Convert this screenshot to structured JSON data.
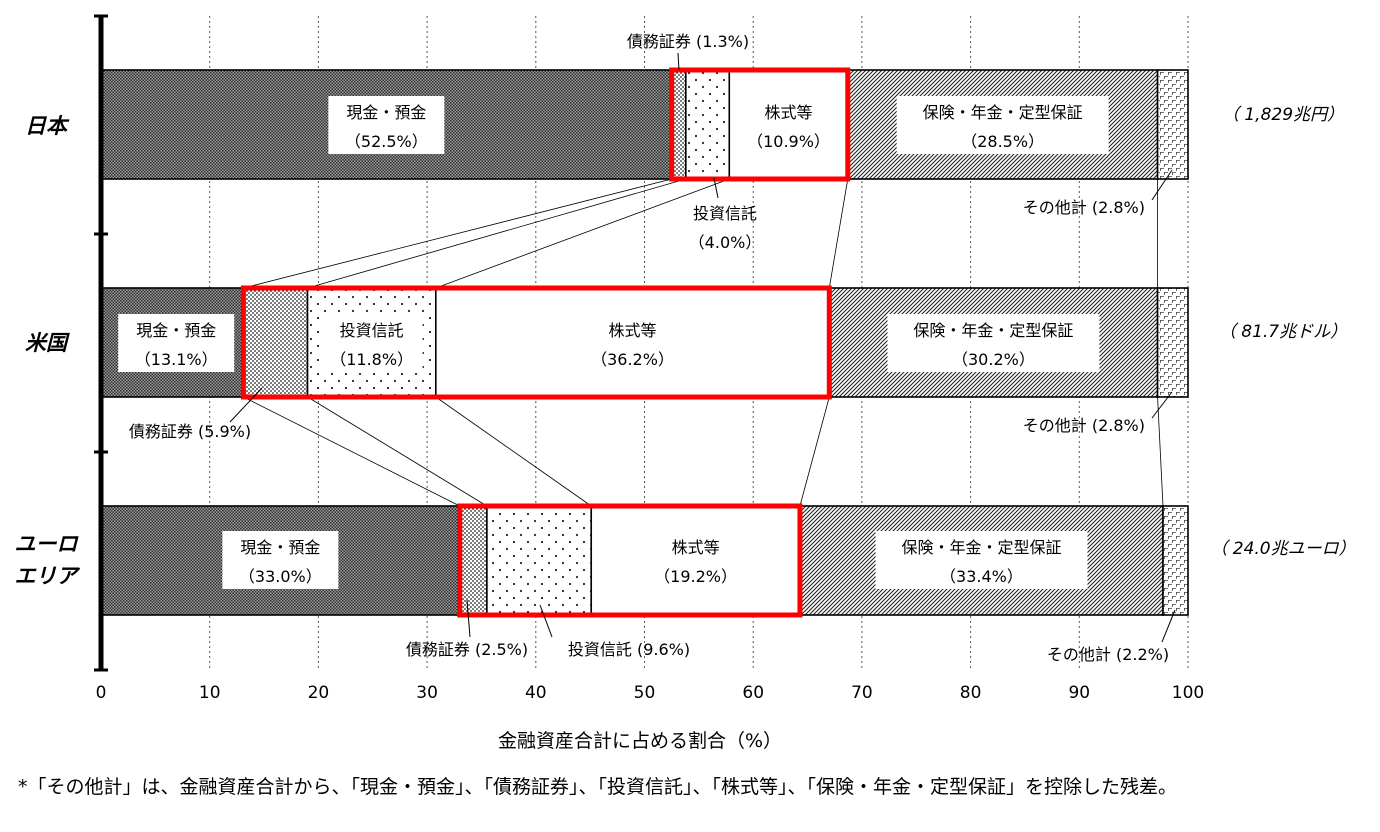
{
  "chart_data": {
    "type": "bar",
    "stacked": true,
    "orientation": "horizontal",
    "normalized": true,
    "xlabel": "金融資産合計に占める割合（%）",
    "xlim": [
      0,
      100
    ],
    "xticks": [
      "0",
      "10",
      "20",
      "30",
      "40",
      "50",
      "60",
      "70",
      "80",
      "90",
      "100"
    ],
    "grid": "vertical-dotted",
    "categories": [
      "日本",
      "米国",
      "ユーロ\nエリア"
    ],
    "category_lines": [
      [
        "日本"
      ],
      [
        "米国"
      ],
      [
        "ユーロ",
        "エリア"
      ]
    ],
    "totals": [
      "（ 1,829兆円）",
      "（ 81.7兆ドル）",
      "（ 24.0兆ユーロ）"
    ],
    "series": [
      {
        "name": "現金・預金",
        "values": [
          52.5,
          13.1,
          33.0
        ],
        "pattern": "dense-checker"
      },
      {
        "name": "債務証券",
        "values": [
          1.3,
          5.9,
          2.5
        ],
        "pattern": "dense-dots"
      },
      {
        "name": "投資信託",
        "values": [
          4.0,
          11.8,
          9.6
        ],
        "pattern": "sparse-dots"
      },
      {
        "name": "株式等",
        "values": [
          10.9,
          36.2,
          19.2
        ],
        "pattern": "none"
      },
      {
        "name": "保険・年金・定型保証",
        "values": [
          28.5,
          30.2,
          33.4
        ],
        "pattern": "diagonal-hatch"
      },
      {
        "name": "その他計",
        "values": [
          2.8,
          2.8,
          2.2
        ],
        "pattern": "dashed-grid"
      }
    ],
    "segment_labels": [
      [
        "現金・預金\n（52.5%）",
        "債務証券 (1.3%)",
        "投資信託\n（4.0%）",
        "株式等\n（10.9%）",
        "保険・年金・定型保証\n（28.5%）",
        "その他計 (2.8%)"
      ],
      [
        "現金・預金\n（13.1%）",
        "債務証券 (5.9%)",
        "投資信託\n（11.8%）",
        "株式等\n（36.2%）",
        "保険・年金・定型保証\n（30.2%）",
        "その他計 (2.8%)"
      ],
      [
        "現金・預金\n（33.0%）",
        "債務証券 (2.5%)",
        "投資信託 (9.6%)",
        "株式等\n（19.2%）",
        "保険・年金・定型保証\n（33.4%）",
        "その他計 (2.2%)"
      ]
    ],
    "highlight": {
      "series": [
        "債務証券",
        "投資信託",
        "株式等"
      ],
      "color": "#ff0000"
    },
    "colors": {
      "highlight": "#ff0000",
      "axis": "#000000",
      "grid": "#555555"
    }
  },
  "footnote": "*「その他計」は、金融資産合計から、「現金・預金」、「債務証券」、「投資信託」、「株式等」、「保険・年金・定型保証」を控除した残差。"
}
